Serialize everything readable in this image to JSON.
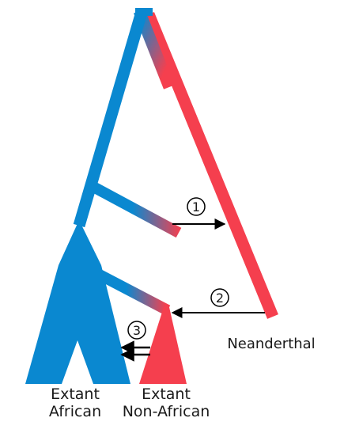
{
  "diagram": {
    "labels": {
      "neanderthal": "Neanderthal",
      "african_line1": "Extant",
      "african_line2": "African",
      "nonafrican_line1": "Extant",
      "nonafrican_line2": "Non-African"
    },
    "events": [
      {
        "marker": "1",
        "from": "ghost-branch",
        "to": "neanderthal-lineage"
      },
      {
        "marker": "2",
        "from": "neanderthal-lineage",
        "to": "non-african-stem"
      },
      {
        "marker": "3",
        "from": "extant-non-african",
        "to": "extant-african"
      }
    ]
  },
  "colors": {
    "african_lineage": "#0a88d0",
    "neanderthal_lineage": "#f53f4e",
    "arrow": "#000000"
  }
}
